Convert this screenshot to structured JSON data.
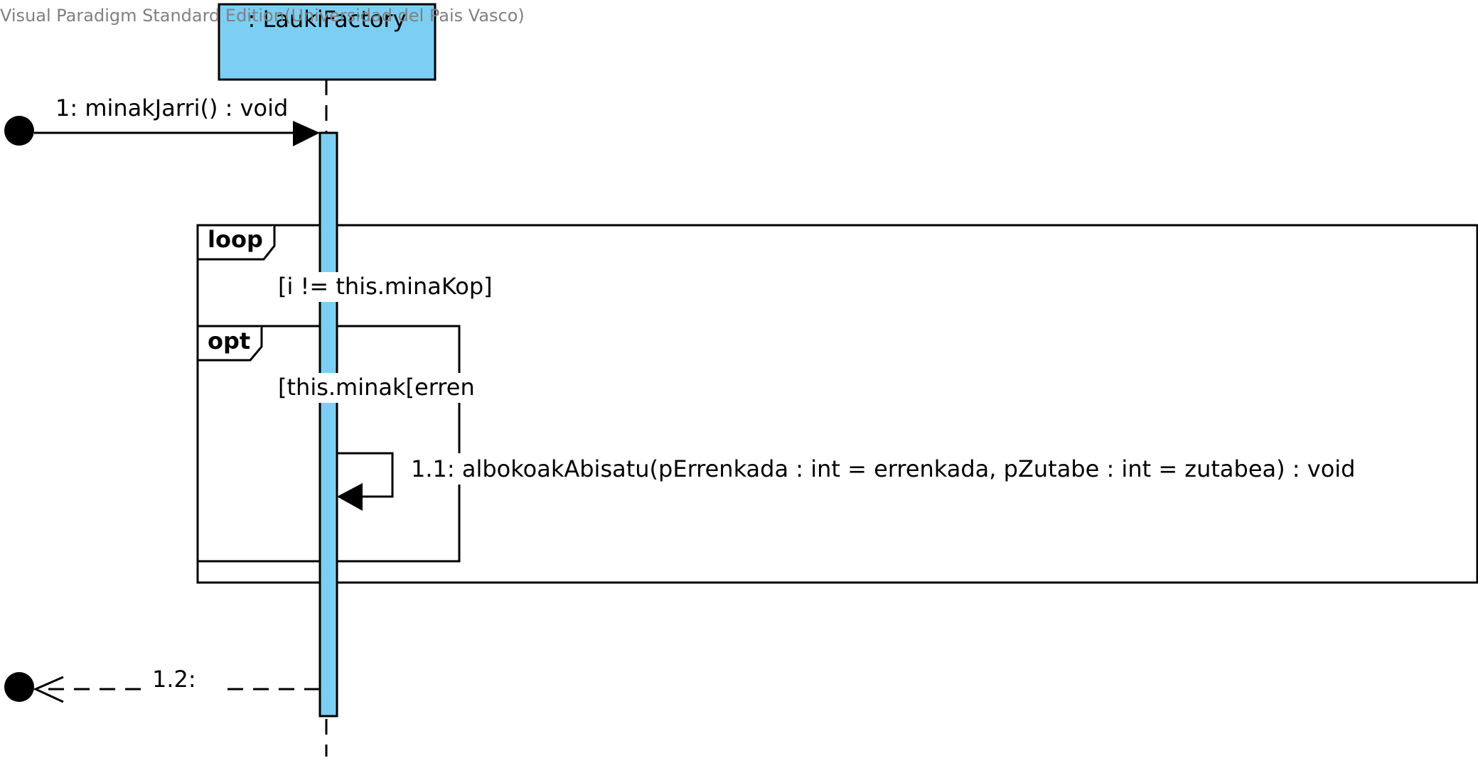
{
  "watermark": "Visual Paradigm Standard Edition(Universidad del Pais Vasco)",
  "lifeline": {
    "name": ": LaukiFactory",
    "fill_color": "#7ccff3"
  },
  "messages": {
    "call": "1: minakJarri() : void",
    "self_call": "1.1: albokoakAbisatu(pErrenkada : int = errenkada, pZutabe : int = zutabea) : void",
    "return": "1.2:"
  },
  "fragments": {
    "loop": {
      "operator": "loop",
      "guard": "[i != this.minaKop]"
    },
    "opt": {
      "operator": "opt",
      "guard": "[this.minak[erren"
    }
  },
  "colors": {
    "line": "#000000",
    "watermark": "#808080"
  }
}
